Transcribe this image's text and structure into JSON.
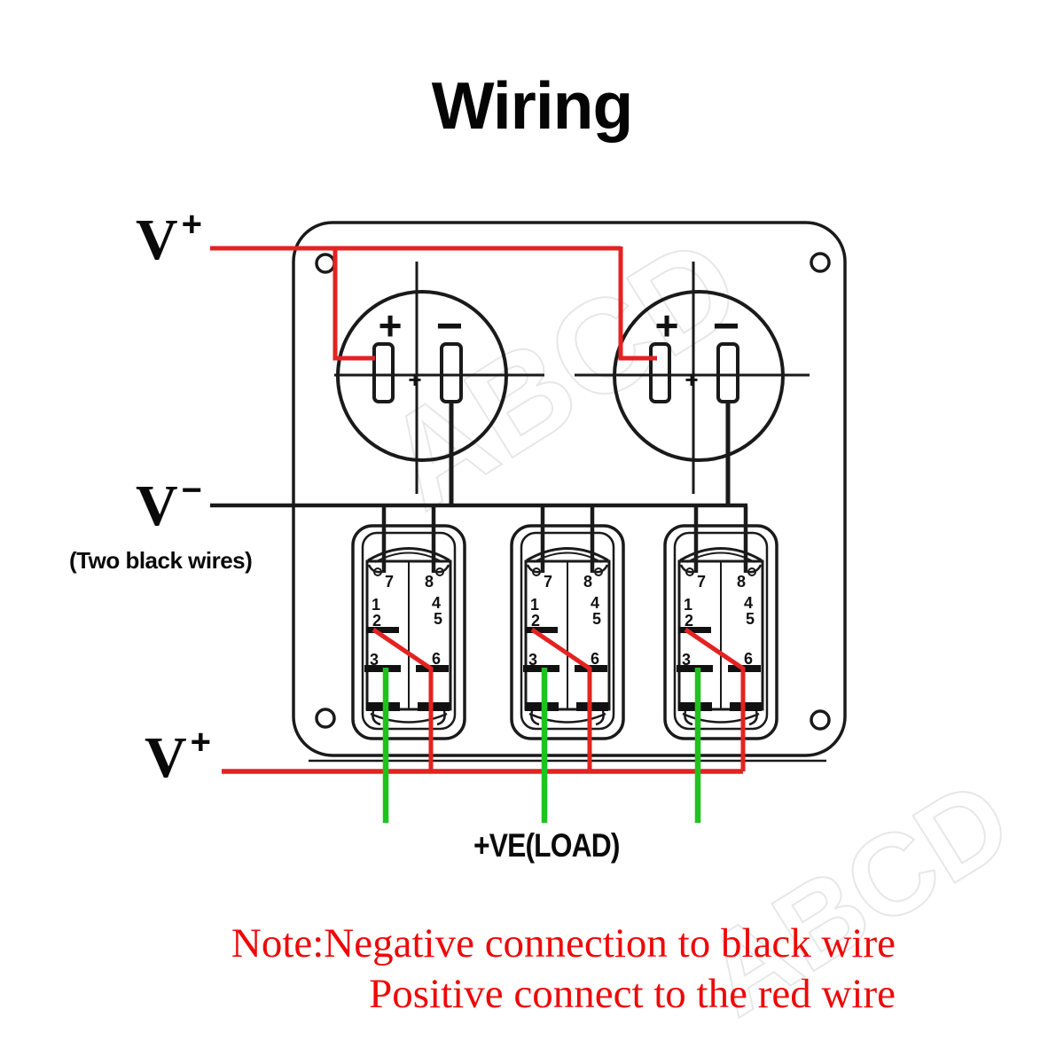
{
  "title": "Wiring",
  "colors": {
    "wire_red": "#e32222",
    "wire_green": "#1ec31e",
    "line_black": "#1a1a1a",
    "note_red": "#ee0808",
    "watermark_gray": "#e7e7e7"
  },
  "labels": {
    "v_plus_top": {
      "base": "V",
      "sup": "+"
    },
    "v_minus": {
      "base": "V",
      "sup": "−",
      "note": "(Two black wires)"
    },
    "v_plus_bottom": {
      "base": "V",
      "sup": "+"
    },
    "load": "+VE(LOAD)"
  },
  "socket": {
    "plus": "+",
    "minus": "−",
    "center_mark": "+"
  },
  "switch_terminals": {
    "t7": "7",
    "t8": "8",
    "t1": "1",
    "t4": "4",
    "t2": "2",
    "t5": "5",
    "t3": "3",
    "t6": "6"
  },
  "note": {
    "line1": "Note:Negative connection to black wire",
    "line2": "Positive connect to the red wire"
  },
  "watermark": "ABCD"
}
